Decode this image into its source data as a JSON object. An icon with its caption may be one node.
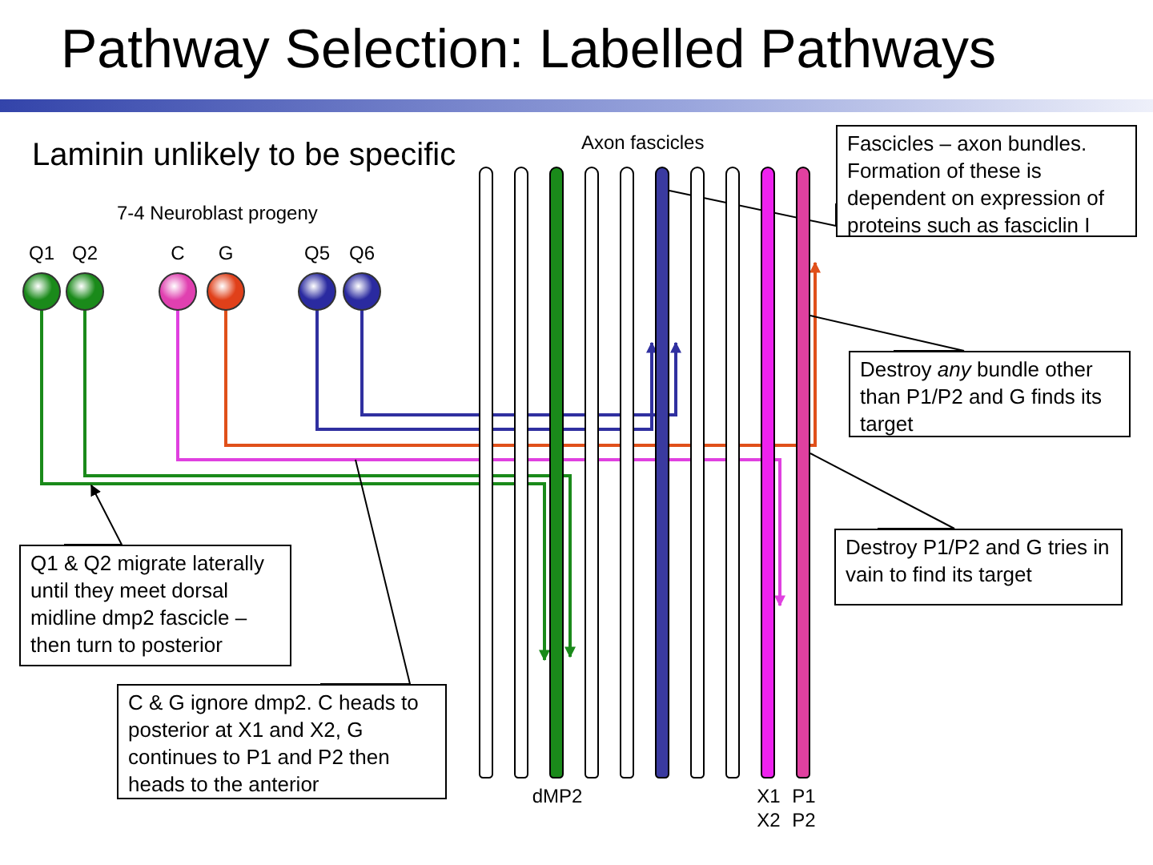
{
  "diagram": {
    "title": "Pathway Selection: Labelled Pathways",
    "nodes": [
      {
        "text": [
          "Q1"
        ]
      },
      {
        "text": [
          "Q2"
        ]
      },
      {
        "text": [
          "C"
        ]
      },
      {
        "text": [
          "G"
        ]
      },
      {
        "text": [
          "Q5"
        ]
      },
      {
        "text": [
          "Q6"
        ]
      },
      {
        "text": [],
        "shape": "bar"
      },
      {
        "text": [],
        "shape": "bar"
      },
      {
        "text": [
          "dMP2"
        ]
      },
      {
        "text": [],
        "shape": "bar"
      },
      {
        "text": [],
        "shape": "bar"
      },
      {
        "text": [],
        "shape": "bar"
      },
      {
        "text": [],
        "shape": "bar"
      },
      {
        "text": [],
        "shape": "bar"
      },
      {
        "text": [
          "X1 X2"
        ]
      },
      {
        "text": [
          "P1 P2"
        ]
      },
      {
        "text": [
          "Fascicles – axon bundles. Formation of these is dependent on expression of proteins such as fasciclin I"
        ]
      },
      {
        "text": [
          "Destroy *any* bundle other than P1/P2 and G finds its target"
        ]
      },
      {
        "text": [
          "Destroy P1/P2 and G tries in vain to find its target"
        ]
      },
      {
        "text": [
          "Q1 & Q2 migrate laterally until they meet dorsal midline dmp2 fascicle – then turn to posterior"
        ]
      },
      {
        "text": [
          "C & G ignore dmp2. C heads to posterior at X1 and X2, G continues to P1 and P2 then heads to the anterior"
        ]
      }
    ],
    "edges": [
      {
        "from": 0,
        "to": 8,
        "arrow": "to",
        "color": "#1a8a1a"
      },
      {
        "from": 1,
        "to": 8,
        "arrow": "to",
        "color": "#1a8a1a"
      },
      {
        "from": 2,
        "to": 14,
        "arrow": "to",
        "color": "#e040e0"
      },
      {
        "from": 3,
        "to": 15,
        "arrow": "to",
        "color": "#e0501a"
      },
      {
        "from": 4,
        "to": 11,
        "arrow": "to",
        "color": "#3030a0"
      },
      {
        "from": 5,
        "to": 11,
        "arrow": "to",
        "color": "#3030a0"
      },
      {
        "from": 16,
        "to": 11,
        "arrow": "none"
      },
      {
        "from": 17,
        "to": 15,
        "arrow": "none"
      },
      {
        "from": 18,
        "to": 15,
        "arrow": "none"
      },
      {
        "from": 19,
        "to": null,
        "arrow": "to"
      },
      {
        "from": 20,
        "to": null,
        "arrow": "none"
      }
    ],
    "labels": [
      "Laminin unlikely to be specific",
      "Axon fascicles",
      "7-4 Neuroblast progeny"
    ]
  }
}
